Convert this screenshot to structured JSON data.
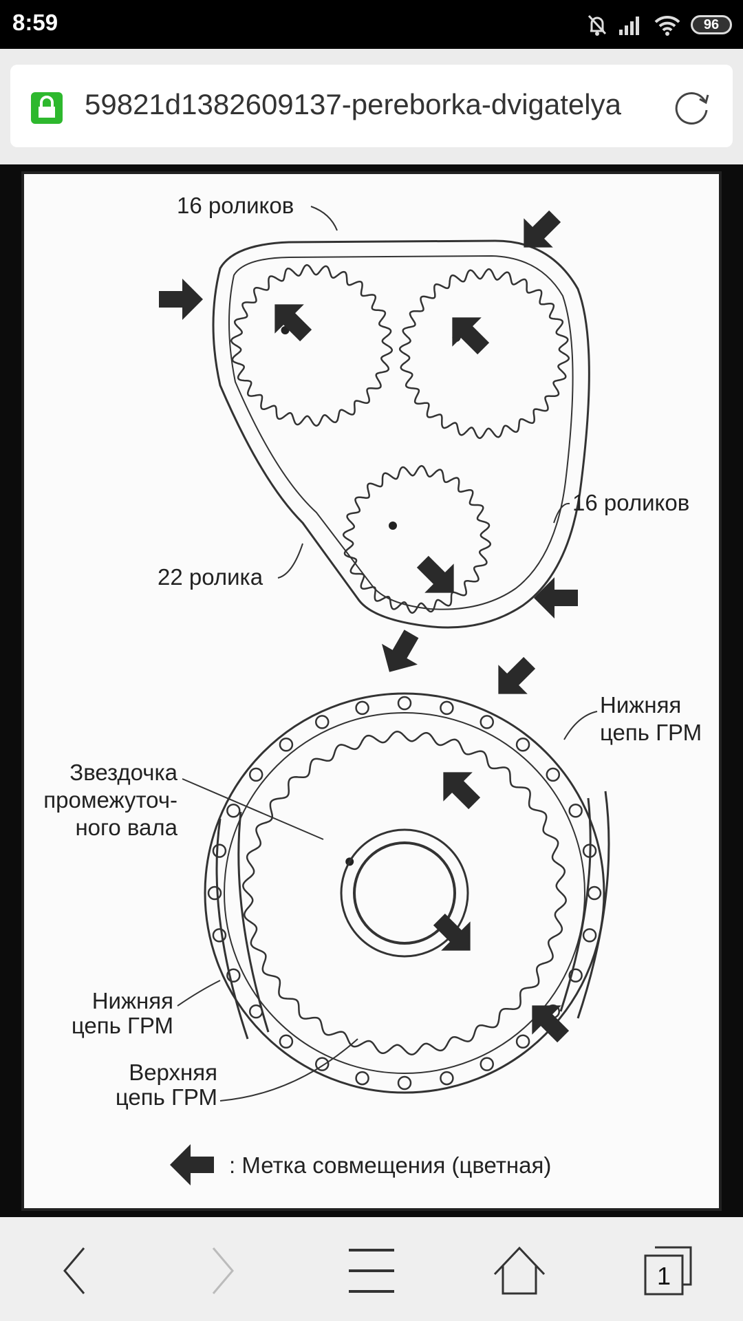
{
  "status_bar": {
    "time": "8:59",
    "battery": "96",
    "icons": [
      "bell-off-icon",
      "signal-icon",
      "wifi-icon",
      "battery-icon"
    ]
  },
  "browser": {
    "url": "59821d1382609137-pereborka-dvigatelya",
    "secure": true
  },
  "diagram": {
    "labels": {
      "top_rollers": "16 роликов",
      "right_rollers": "16 роликов",
      "left_rollers": "22 ролика",
      "lower_chain_right_1": "Нижняя",
      "lower_chain_right_2": "цепь ГРМ",
      "sprocket_1": "Звездочка",
      "sprocket_2": "промежуточ-",
      "sprocket_3": "ного вала",
      "lower_chain_left_1": "Нижняя",
      "lower_chain_left_2": "цепь ГРМ",
      "upper_chain_1": "Верхняя",
      "upper_chain_2": "цепь ГРМ"
    },
    "legend": ": Метка совмещения (цветная)",
    "mark_color": "#2a2a2a"
  },
  "navbar": {
    "tab_count": "1"
  }
}
